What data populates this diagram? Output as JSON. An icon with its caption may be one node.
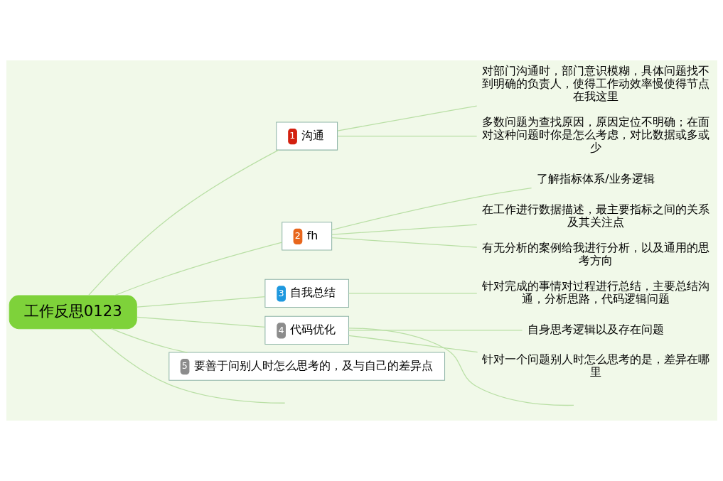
{
  "diagram": {
    "nodes": [
      {
        "text": [
          "工作反思0123"
        ]
      },
      {
        "text": [
          "1",
          "沟通"
        ]
      },
      {
        "text": [
          "对部门沟通时，部门意识模糊，具体问题找不到明确的负责人，使得工作动效率慢使得节点在我这里"
        ]
      },
      {
        "text": [
          "多数问题为查找原因，原因定位不明确；在面对这种问题时你是怎么考虑，对比数据或多或少"
        ]
      },
      {
        "text": [
          "2",
          "fh"
        ]
      },
      {
        "text": [
          "了解指标体系/业务逻辑"
        ]
      },
      {
        "text": [
          "在工作进行数据描述，最主要指标之间的关系及其关注点"
        ]
      },
      {
        "text": [
          "有无分析的案例给我进行分析，以及通用的思考方向"
        ]
      },
      {
        "text": [
          "3",
          "自我总结"
        ]
      },
      {
        "text": [
          "针对完成的事情对过程进行总结，主要总结沟通，分析思路，代码逻辑问题"
        ]
      },
      {
        "text": [
          "4",
          "代码优化"
        ]
      },
      {
        "text": [
          "自身思考逻辑以及存在问题"
        ]
      },
      {
        "text": [
          "针对一个问题别人时怎么思考的是，差异在哪里"
        ]
      },
      {
        "text": [
          "5",
          "要善于问别人时怎么思考的，及与自己的差异点"
        ]
      }
    ],
    "edges": [
      {
        "from": 0,
        "to": 1,
        "arrow": "none"
      },
      {
        "from": 1,
        "to": 2,
        "arrow": "none"
      },
      {
        "from": 1,
        "to": 3,
        "arrow": "none"
      },
      {
        "from": 0,
        "to": 4,
        "arrow": "none"
      },
      {
        "from": 4,
        "to": 5,
        "arrow": "none"
      },
      {
        "from": 4,
        "to": 6,
        "arrow": "none"
      },
      {
        "from": 4,
        "to": 7,
        "arrow": "none"
      },
      {
        "from": 0,
        "to": 8,
        "arrow": "none"
      },
      {
        "from": 8,
        "to": 9,
        "arrow": "none"
      },
      {
        "from": 0,
        "to": 10,
        "arrow": "none"
      },
      {
        "from": 10,
        "to": 11,
        "arrow": "none"
      },
      {
        "from": 10,
        "to": 12,
        "arrow": "none"
      },
      {
        "from": 10,
        "to": null,
        "arrow": "none"
      },
      {
        "from": 0,
        "to": 13,
        "arrow": "none"
      },
      {
        "from": 0,
        "to": null,
        "arrow": "none"
      }
    ]
  }
}
